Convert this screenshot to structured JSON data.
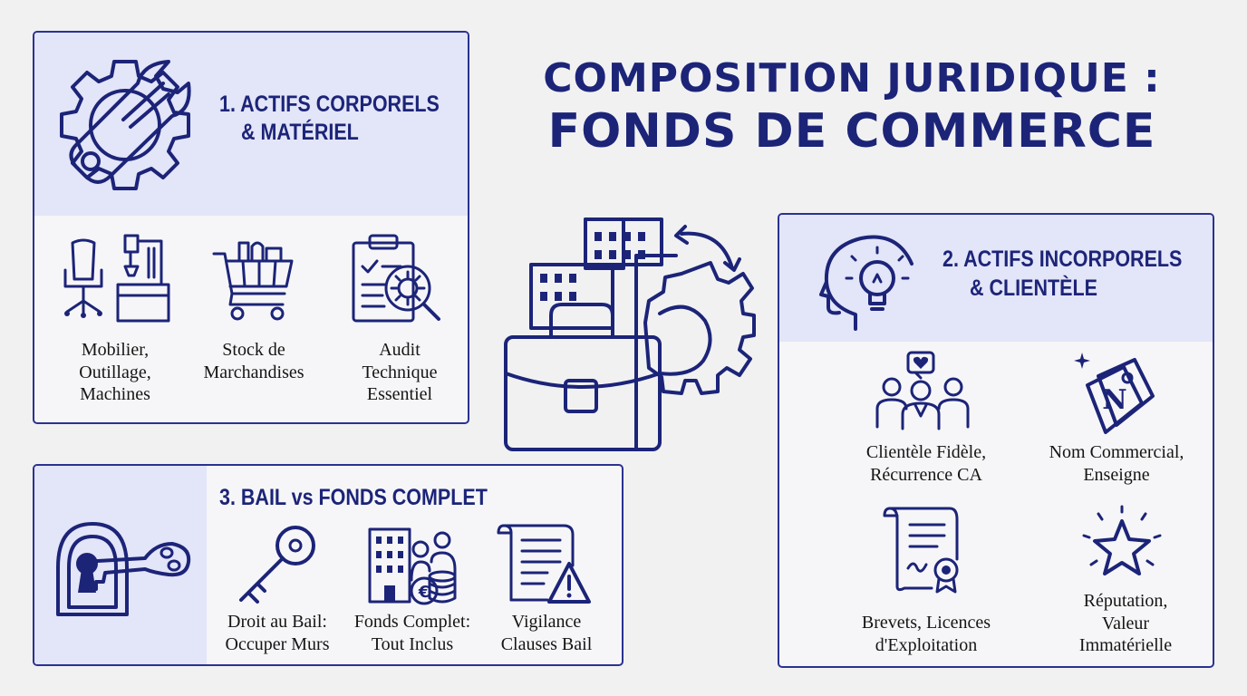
{
  "title": {
    "line1": "COMPOSITION JURIDIQUE :",
    "line2": "FONDS DE COMMERCE"
  },
  "sections": {
    "corporels": {
      "title_line1": "1. ACTIFS CORPORELS",
      "title_line2": "& MATÉRIEL",
      "items": [
        {
          "line1": "Mobilier,",
          "line2": "Outillage,",
          "line3": "Machines"
        },
        {
          "line1": "Stock de",
          "line2": "Marchandises"
        },
        {
          "line1": "Audit",
          "line2": "Technique",
          "line3": "Essentiel"
        }
      ]
    },
    "incorporels": {
      "title_line1": "2. ACTIFS INCORPORELS",
      "title_line2": "& CLIENTÈLE",
      "items": [
        {
          "line1": "Clientèle Fidèle,",
          "line2": "Récurrence CA"
        },
        {
          "line1": "Nom Commercial,",
          "line2": "Enseigne"
        },
        {
          "line1": "Brevets, Licences",
          "line2": "d'Exploitation"
        },
        {
          "line1": "Réputation,",
          "line2": "Valeur",
          "line3": "Immatérielle"
        }
      ],
      "tag_letter": "N"
    },
    "bail": {
      "title": "3. BAIL vs FONDS COMPLET",
      "items": [
        {
          "line1": "Droit au Bail:",
          "line2": "Occuper Murs"
        },
        {
          "line1": "Fonds Complet:",
          "line2": "Tout Inclus"
        },
        {
          "line1": "Vigilance",
          "line2": "Clauses Bail"
        }
      ],
      "euro_symbol": "€"
    }
  },
  "icons": {
    "panel1_header": "gear-wrench-icon",
    "furniture": "office-chair-machine-icon",
    "stock": "shopping-cart-icon",
    "audit": "clipboard-magnifier-gear-icon",
    "central": "briefcase-buildings-gear-icon",
    "panel2_header": "head-lightbulb-icon",
    "clients": "customers-heart-icon",
    "brand": "price-tag-icon",
    "patent": "certificate-scroll-icon",
    "reputation": "star-sparkle-icon",
    "panel3_header": "keyhole-key-icon",
    "lease": "key-icon",
    "business": "building-people-coins-icon",
    "warning": "document-warning-icon"
  },
  "colors": {
    "accent": "#1c2478",
    "band": "#e3e5f8",
    "background": "#f1f1f2"
  }
}
